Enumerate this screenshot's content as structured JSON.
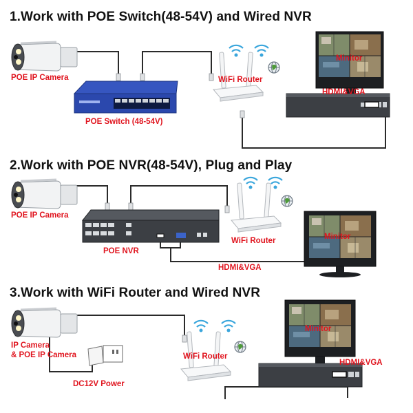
{
  "sections": [
    {
      "title": "1.Work with POE Switch(48-54V) and Wired NVR",
      "camera_label": "POE IP Camera",
      "switch_label": "POE Switch (48-54V)",
      "router_label": "WiFi Router",
      "monitor_label": "Minitor",
      "hdmi_label": "HDMI&VGA"
    },
    {
      "title": "2.Work with POE NVR(48-54V), Plug and Play",
      "camera_label": "POE IP Camera",
      "nvr_label": "POE NVR",
      "router_label": "WiFi Router",
      "monitor_label": "Minitor",
      "hdmi_label": "HDMI&VGA"
    },
    {
      "title": "3.Work with WiFi Router and Wired NVR",
      "camera_label_line1": "IP Camera",
      "camera_label_line2": "& POE IP Camera",
      "power_label": "DC12V Power",
      "router_label": "WiFi Router",
      "monitor_label": "Minitor",
      "hdmi_label": "HDMI&VGA"
    }
  ],
  "icons": [
    "camera-icon",
    "poe-switch-icon",
    "wifi-router-icon",
    "wifi-signal-icon",
    "globe-icon",
    "nvr-icon",
    "monitor-icon",
    "power-adapter-icon"
  ]
}
